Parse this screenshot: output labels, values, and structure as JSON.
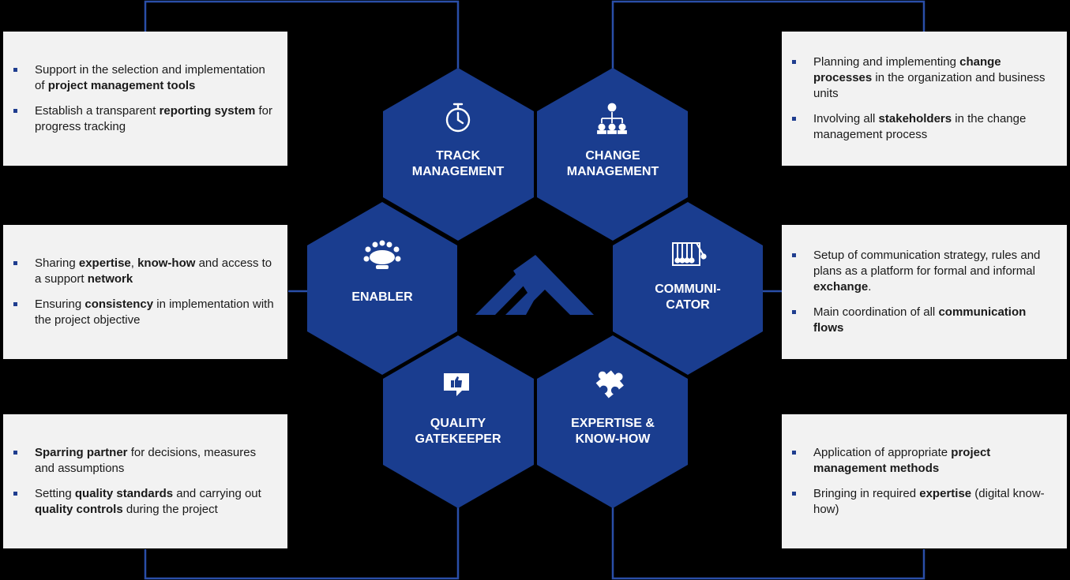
{
  "colors": {
    "hex_fill": "#1a3d8f",
    "connector": "#2a4ea8",
    "box_bg": "#f2f2f2",
    "background": "#000000"
  },
  "hexagons": [
    {
      "id": "track",
      "label_line1": "TRACK",
      "label_line2": "MANAGEMENT",
      "icon": "stopwatch-icon"
    },
    {
      "id": "change",
      "label_line1": "CHANGE",
      "label_line2": "MANAGEMENT",
      "icon": "org-chart-icon"
    },
    {
      "id": "enabler",
      "label_line1": "ENABLER",
      "label_line2": "",
      "icon": "meeting-table-icon"
    },
    {
      "id": "communicator",
      "label_line1": "COMMUNI-",
      "label_line2": "CATOR",
      "icon": "newtons-cradle-icon"
    },
    {
      "id": "quality",
      "label_line1": "QUALITY",
      "label_line2": "GATEKEEPER",
      "icon": "thumbs-up-chat-icon"
    },
    {
      "id": "expertise",
      "label_line1": "EXPERTISE &",
      "label_line2": "KNOW-HOW",
      "icon": "puzzle-piece-icon"
    }
  ],
  "center_logo": "mountain-logo-icon",
  "boxes": {
    "track": [
      {
        "parts": [
          {
            "t": "Support in the selection and implementation of "
          },
          {
            "t": "project management tools",
            "b": true
          }
        ]
      },
      {
        "parts": [
          {
            "t": "Establish a transparent "
          },
          {
            "t": "reporting system",
            "b": true
          },
          {
            "t": " for progress tracking"
          }
        ]
      }
    ],
    "enabler": [
      {
        "parts": [
          {
            "t": "Sharing "
          },
          {
            "t": "expertise",
            "b": true
          },
          {
            "t": ", "
          },
          {
            "t": "know-how",
            "b": true
          },
          {
            "t": " and access to a support "
          },
          {
            "t": "network",
            "b": true
          }
        ]
      },
      {
        "parts": [
          {
            "t": "Ensuring "
          },
          {
            "t": "consistency",
            "b": true
          },
          {
            "t": " in implementation with the project objective"
          }
        ]
      }
    ],
    "quality": [
      {
        "parts": [
          {
            "t": "Sparring partner",
            "b": true
          },
          {
            "t": " for decisions, measures and assumptions"
          }
        ]
      },
      {
        "parts": [
          {
            "t": "Setting "
          },
          {
            "t": "quality standards",
            "b": true
          },
          {
            "t": " and carrying out "
          },
          {
            "t": "quality controls",
            "b": true
          },
          {
            "t": " during the project"
          }
        ]
      }
    ],
    "change": [
      {
        "parts": [
          {
            "t": "Planning and implementing "
          },
          {
            "t": "change processes",
            "b": true
          },
          {
            "t": " in the organization and business units"
          }
        ]
      },
      {
        "parts": [
          {
            "t": "Involving all "
          },
          {
            "t": "stakeholders",
            "b": true
          },
          {
            "t": " in the change management process"
          }
        ]
      }
    ],
    "communicator": [
      {
        "parts": [
          {
            "t": "Setup of communication strategy, rules and plans as a platform for formal and informal "
          },
          {
            "t": "exchange",
            "b": true
          },
          {
            "t": "."
          }
        ]
      },
      {
        "parts": [
          {
            "t": "Main coordination of all "
          },
          {
            "t": "communication flows",
            "b": true
          }
        ]
      }
    ],
    "expertise": [
      {
        "parts": [
          {
            "t": "Application of appropriate "
          },
          {
            "t": "project management methods",
            "b": true
          }
        ]
      },
      {
        "parts": [
          {
            "t": "Bringing in required "
          },
          {
            "t": "expertise",
            "b": true
          },
          {
            "t": " (digital know-how)"
          }
        ]
      }
    ]
  }
}
